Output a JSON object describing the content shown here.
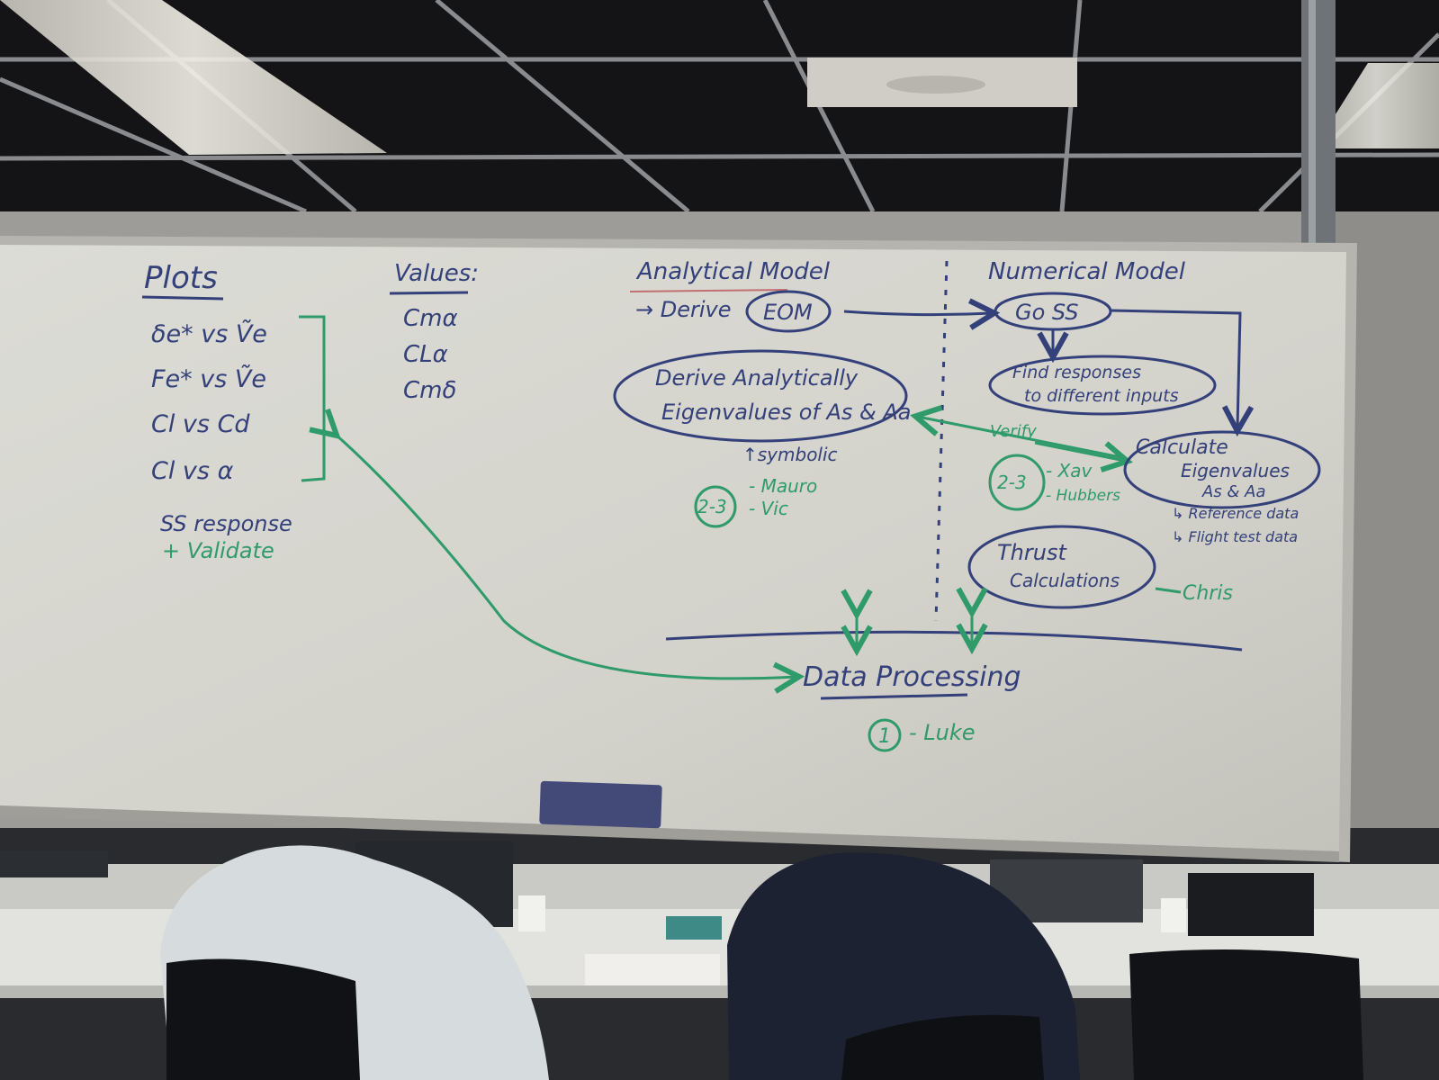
{
  "colors": {
    "ceiling": "#141416",
    "ceiling_grid": "#8f9092",
    "light_panel": "#d7d3c8",
    "wall": "#9b9a96",
    "board": "#d9d8d2",
    "board_frame": "#b9b8b3",
    "marker_blue": "#34407a",
    "marker_green": "#2f9a6a",
    "eraser": "#434a78",
    "desk": "#e3e3df",
    "sweater": "#d6ddde",
    "dark_jacket": "#1d2332"
  },
  "whiteboard": {
    "plots": {
      "heading": "Plots",
      "lines": [
        "δe* vs Ṽe",
        "Fe* vs Ṽe",
        "Cl vs Cd",
        "Cl vs α"
      ],
      "ss_line1": "SS response",
      "ss_line2": "+ Validate"
    },
    "values": {
      "heading": "Values:",
      "items": [
        "Cmα",
        "CLα",
        "Cmδ"
      ]
    },
    "analytical": {
      "heading": "Analytical Model",
      "derive": "→ Derive",
      "eom": "EOM",
      "bubble_line1": "Derive Analytically",
      "bubble_line2": "Eigenvalues of As & Aa",
      "symbolic": "↑symbolic",
      "badge": "2-3",
      "names": [
        "- Mauro",
        "- Vic"
      ]
    },
    "numerical": {
      "heading": "Numerical Model",
      "go_ss": "Go SS",
      "find_line1": "Find responses",
      "find_line2": "to different inputs",
      "verify": "Verify",
      "calc_line1": "Calculate",
      "calc_line2": "Eigenvalues",
      "calc_line3": "As & Aa",
      "ref_data": "↳ Reference data",
      "flight_data": "↳ Flight test data",
      "badge": "2-3",
      "names": [
        "- Xav",
        "- Hubbers"
      ],
      "thrust_line1": "Thrust",
      "thrust_line2": "Calculations",
      "thrust_name": "Chris"
    },
    "data_processing": {
      "label": "Data Processing",
      "badge": "1",
      "name": "- Luke"
    }
  }
}
